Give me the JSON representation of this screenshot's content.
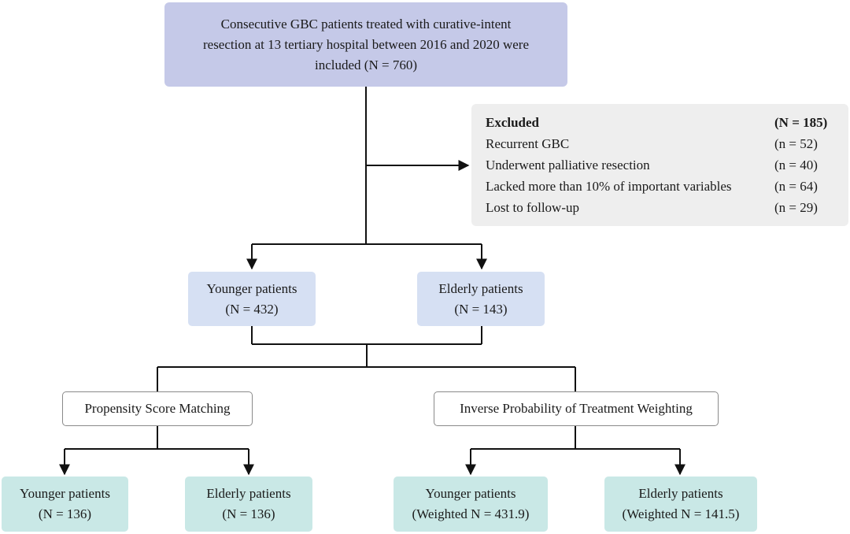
{
  "top": {
    "lines": [
      "Consecutive GBC patients treated with curative-intent",
      "resection at 13 tertiary hospital between 2016 and 2020 were",
      "included (N = 760)"
    ]
  },
  "excluded": {
    "title": "Excluded",
    "total": "(N = 185)",
    "reasons": [
      {
        "label": "Recurrent GBC",
        "count": "(n = 52)"
      },
      {
        "label": "Underwent palliative resection",
        "count": "(n = 40)"
      },
      {
        "label": "Lacked more than 10% of important variables",
        "count": "(n = 64)"
      },
      {
        "label": "Lost to follow-up",
        "count": "(n = 29)"
      }
    ]
  },
  "cohort": {
    "younger": {
      "label": "Younger patients",
      "n": "(N = 432)"
    },
    "elderly": {
      "label": "Elderly patients",
      "n": "(N = 143)"
    }
  },
  "methods": {
    "psm": "Propensity Score Matching",
    "iptw": "Inverse Probability of Treatment Weighting"
  },
  "psm_groups": {
    "younger": {
      "label": "Younger patients",
      "n": "(N = 136)"
    },
    "elderly": {
      "label": "Elderly patients",
      "n": "(N = 136)"
    }
  },
  "iptw_groups": {
    "younger": {
      "label": "Younger patients",
      "n": "(Weighted N = 431.9)"
    },
    "elderly": {
      "label": "Elderly patients",
      "n": "(Weighted N = 141.5)"
    }
  },
  "colors": {
    "top_box": "#c5c9e8",
    "cohort_box": "#d6e0f3",
    "result_box": "#c9e8e6",
    "excluded_box": "#eeeeee",
    "line": "#111111"
  }
}
